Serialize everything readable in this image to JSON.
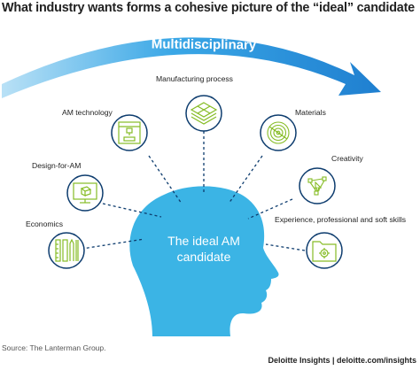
{
  "title": "What industry wants forms a cohesive picture of the “ideal” candidate",
  "arrow_label": "Multidisciplinary",
  "center_label_line1": "The ideal AM",
  "center_label_line2": "candidate",
  "nodes": [
    {
      "label": "Manufacturing process",
      "icon": "layers-icon"
    },
    {
      "label": "AM technology",
      "icon": "3d-printer-icon"
    },
    {
      "label": "Materials",
      "icon": "filament-spool-icon"
    },
    {
      "label": "Design-for-AM",
      "icon": "cad-monitor-icon"
    },
    {
      "label": "Creativity",
      "icon": "vector-design-icon"
    },
    {
      "label": "Economics",
      "icon": "tools-icon"
    },
    {
      "label": "Experience, professional and soft skills",
      "icon": "settings-folder-icon"
    }
  ],
  "source": "Source: The Lanterman Group.",
  "footer": "Deloitte Insights | deloitte.com/insights",
  "colors": {
    "head": "#3bb4e5",
    "arrow": "#1f8fd6",
    "icon_ring": "#0d3c6e",
    "icon_line": "#86bc25",
    "connector": "#0d3c6e"
  }
}
